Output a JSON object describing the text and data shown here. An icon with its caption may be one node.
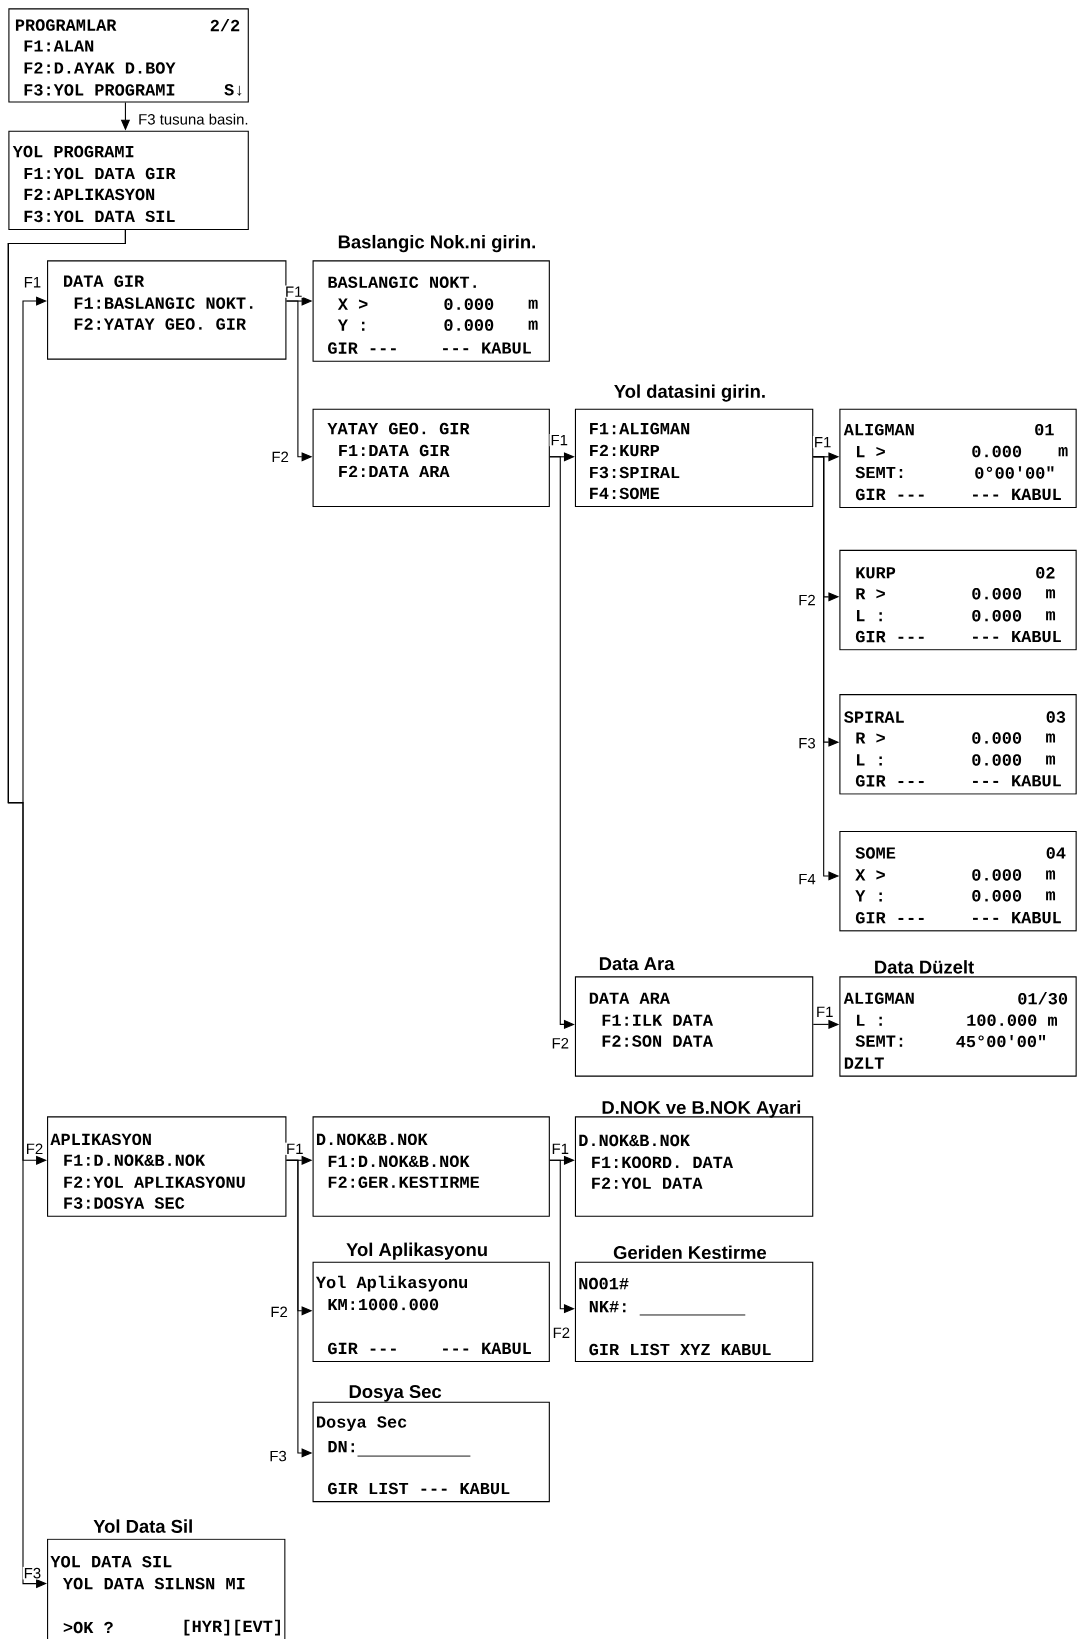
{
  "diagram": {
    "nodes": [
      {
        "text": [
          "PROGRAMLAR",
          "2/2",
          "F1:ALAN",
          "F2:D.AYAK D.BOY",
          "F3:YOL PROGRAMI",
          "S↓"
        ]
      },
      {
        "text": [
          "YOL PROGRAMI",
          "F1:YOL DATA GIR",
          "F2:APLIKASYON",
          "F3:YOL DATA SIL"
        ]
      },
      {
        "text": [
          "DATA GIR",
          "F1:BASLANGIC NOKT.",
          "F2:YATAY GEO. GIR"
        ]
      },
      {
        "text": [
          "Baslangic Nok.ni girin.",
          "BASLANGIC NOKT.",
          "X >",
          "0.000",
          "m",
          "Y :",
          "0.000",
          "m",
          "GIR ---",
          "--- KABUL"
        ]
      },
      {
        "text": [
          "YATAY GEO. GIR",
          "F1:DATA GIR",
          "F2:DATA ARA"
        ]
      },
      {
        "text": [
          "Yol datasini girin.",
          "F1:ALIGMAN",
          "F2:KURP",
          "F3:SPIRAL",
          "F4:SOME"
        ]
      },
      {
        "text": [
          "ALIGMAN",
          "01",
          "L >",
          "0.000",
          "m",
          "SEMT:",
          "0°00′00″",
          "GIR ---",
          "--- KABUL"
        ]
      },
      {
        "text": [
          "KURP",
          "02",
          "R >",
          "0.000",
          "m",
          "L :",
          "0.000",
          "m",
          "GIR ---",
          "--- KABUL"
        ]
      },
      {
        "text": [
          "SPIRAL",
          "03",
          "R >",
          "0.000",
          "m",
          "L :",
          "0.000",
          "m",
          "GIR ---",
          "--- KABUL"
        ]
      },
      {
        "text": [
          "SOME",
          "04",
          "X >",
          "0.000",
          "m",
          "Y :",
          "0.000",
          "m",
          "GIR ---",
          "--- KABUL"
        ]
      },
      {
        "text": [
          "Data Ara",
          "DATA ARA",
          "F1:ILK DATA",
          "F2:SON DATA"
        ]
      },
      {
        "text": [
          "Data Düzelt",
          "ALIGMAN",
          "01/30",
          "L :",
          "100.000 m",
          "SEMT:",
          "45°00′00″",
          "DZLT"
        ]
      },
      {
        "text": [
          "APLIKASYON",
          "F1:D.NOK&B.NOK",
          "F2:YOL APLIKASYONU",
          "F3:DOSYA SEC"
        ]
      },
      {
        "text": [
          "D.NOK&B.NOK",
          "F1:D.NOK&B.NOK",
          "F2:GER.KESTIRME"
        ]
      },
      {
        "text": [
          "D.NOK ve B.NOK Ayari",
          "D.NOK&B.NOK",
          "F1:KOORD. DATA",
          "F2:YOL DATA"
        ]
      },
      {
        "text": [
          "Yol Aplikasyonu",
          "Yol Aplikasyonu",
          "KM:1000.000",
          "GIR ---",
          "--- KABUL"
        ]
      },
      {
        "text": [
          "Geriden Kestirme",
          "NO01#",
          "NK#:",
          "GIR LIST XYZ KABUL"
        ]
      },
      {
        "text": [
          "Dosya Sec",
          "Dosya Sec",
          "DN:",
          "GIR LIST --- KABUL"
        ]
      },
      {
        "text": [
          "Yol Data Sil",
          "YOL DATA SIL",
          "YOL DATA SILNSN MI",
          ">OK ?",
          "[HYR][EVT]"
        ]
      }
    ],
    "edges": [
      {
        "from": 0,
        "to": 1,
        "arrow": "to",
        "label": "F3 tusuna basin."
      },
      {
        "from": 1,
        "to": 2,
        "arrow": "to",
        "label": "F1"
      },
      {
        "from": 1,
        "to": 12,
        "arrow": "to",
        "label": "F2"
      },
      {
        "from": 1,
        "to": 18,
        "arrow": "to",
        "label": "F3"
      },
      {
        "from": 2,
        "to": 3,
        "arrow": "to",
        "label": "F1"
      },
      {
        "from": 2,
        "to": 4,
        "arrow": "to",
        "label": "F2"
      },
      {
        "from": 4,
        "to": 5,
        "arrow": "to",
        "label": "F1"
      },
      {
        "from": 4,
        "to": 10,
        "arrow": "to",
        "label": "F2"
      },
      {
        "from": 5,
        "to": 6,
        "arrow": "to",
        "label": "F1"
      },
      {
        "from": 5,
        "to": 7,
        "arrow": "to",
        "label": "F2"
      },
      {
        "from": 5,
        "to": 8,
        "arrow": "to",
        "label": "F3"
      },
      {
        "from": 5,
        "to": 9,
        "arrow": "to",
        "label": "F4"
      },
      {
        "from": 10,
        "to": 11,
        "arrow": "to",
        "label": "F1"
      },
      {
        "from": 12,
        "to": 13,
        "arrow": "to",
        "label": "F1"
      },
      {
        "from": 12,
        "to": 15,
        "arrow": "to",
        "label": "F2"
      },
      {
        "from": 12,
        "to": 17,
        "arrow": "to",
        "label": "F3"
      },
      {
        "from": 13,
        "to": 14,
        "arrow": "to",
        "label": "F1"
      },
      {
        "from": 13,
        "to": 16,
        "arrow": "to",
        "label": "F2"
      }
    ]
  }
}
